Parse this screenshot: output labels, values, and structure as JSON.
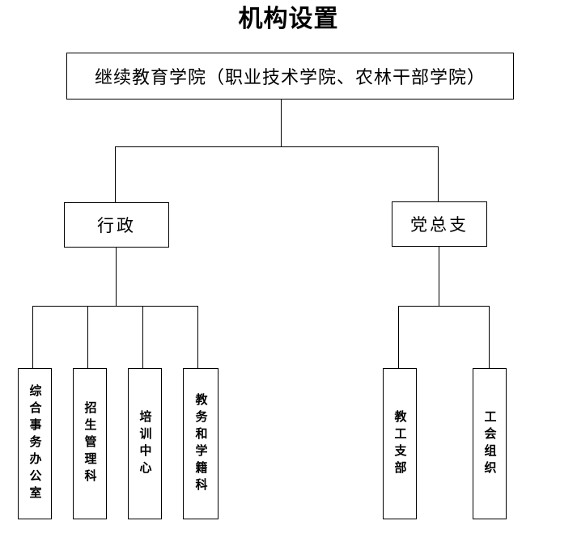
{
  "title": "机构设置",
  "chart_data": {
    "type": "diagram",
    "diagram_kind": "organizational-chart",
    "title": "机构设置",
    "orientation": "top-down",
    "nodes": [
      {
        "id": "root",
        "label": "继续教育学院（职业技术学院、农林干部学院）",
        "level": 0,
        "text_direction": "horizontal"
      },
      {
        "id": "admin",
        "label": "行政",
        "level": 1,
        "text_direction": "horizontal"
      },
      {
        "id": "party",
        "label": "党总支",
        "level": 1,
        "text_direction": "horizontal"
      },
      {
        "id": "leaf1",
        "label": "综合事务办公室",
        "level": 2,
        "parent": "admin",
        "text_direction": "vertical"
      },
      {
        "id": "leaf2",
        "label": "招生管理科",
        "level": 2,
        "parent": "admin",
        "text_direction": "vertical"
      },
      {
        "id": "leaf3",
        "label": "培训中心",
        "level": 2,
        "parent": "admin",
        "text_direction": "vertical"
      },
      {
        "id": "leaf4",
        "label": "教务和学籍科",
        "level": 2,
        "parent": "admin",
        "text_direction": "vertical"
      },
      {
        "id": "leaf5",
        "label": "教工支部",
        "level": 2,
        "parent": "party",
        "text_direction": "vertical"
      },
      {
        "id": "leaf6",
        "label": "工会组织",
        "level": 2,
        "parent": "party",
        "text_direction": "vertical"
      }
    ],
    "edges": [
      {
        "from": "root",
        "to": "admin"
      },
      {
        "from": "root",
        "to": "party"
      },
      {
        "from": "admin",
        "to": "leaf1"
      },
      {
        "from": "admin",
        "to": "leaf2"
      },
      {
        "from": "admin",
        "to": "leaf3"
      },
      {
        "from": "admin",
        "to": "leaf4"
      },
      {
        "from": "party",
        "to": "leaf5"
      },
      {
        "from": "party",
        "to": "leaf6"
      }
    ],
    "colors": {
      "line": "#000000",
      "text": "#000000",
      "background": "#ffffff"
    }
  },
  "nodes": {
    "root": {
      "label": "继续教育学院（职业技术学院、农林干部学院）"
    },
    "admin": {
      "label": "行政"
    },
    "party": {
      "label": "党总支"
    },
    "leaf1": {
      "label": "综合事务办公室"
    },
    "leaf2": {
      "label": "招生管理科"
    },
    "leaf3": {
      "label": "培训中心"
    },
    "leaf4": {
      "label": "教务和学籍科"
    },
    "leaf5": {
      "label": "教工支部"
    },
    "leaf6": {
      "label": "工会组织"
    }
  }
}
